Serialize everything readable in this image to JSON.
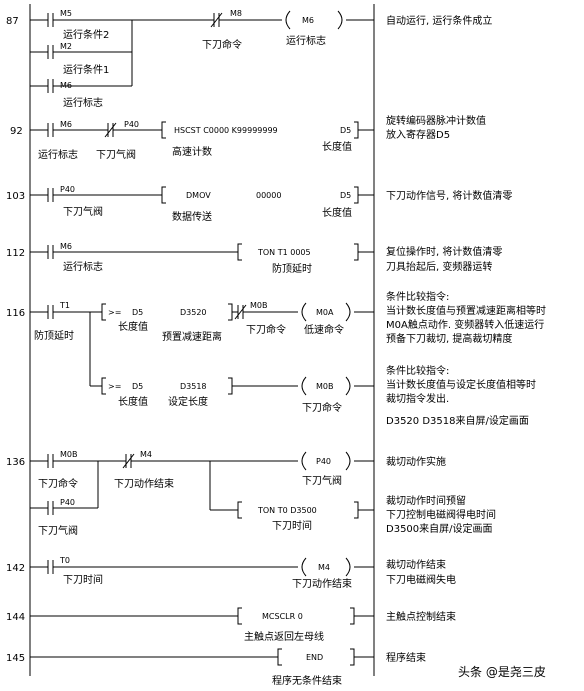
{
  "rungs": [
    {
      "num": "87",
      "comment": [
        "自动运行, 运行条件成立"
      ],
      "contacts": [
        {
          "dev": "M5",
          "label": "运行条件2"
        },
        {
          "dev": "M2",
          "label": "运行条件1"
        },
        {
          "dev": "M6",
          "label": "运行标志"
        },
        {
          "dev": "M8",
          "label": "下刀命令"
        }
      ],
      "coil": {
        "dev": "M6",
        "label": "运行标志"
      }
    },
    {
      "num": "92",
      "comment": [
        "旋转编码器脉冲计数值",
        "放入寄存器D5"
      ],
      "contacts": [
        {
          "dev": "M6",
          "label": "运行标志"
        },
        {
          "dev": "P40",
          "label": "下刀气阀"
        }
      ],
      "instr": {
        "text": "HSCST  C0000  K99999999",
        "dest": "D5",
        "label": "高速计数",
        "dest_label": "长度值"
      }
    },
    {
      "num": "103",
      "comment": [
        "下刀动作信号, 将计数值清零"
      ],
      "contacts": [
        {
          "dev": "P40",
          "label": "下刀气阀"
        }
      ],
      "instr": {
        "text": "DMOV",
        "arg": "00000",
        "dest": "D5",
        "label": "数据传送",
        "dest_label": "长度值"
      }
    },
    {
      "num": "112",
      "comment": [
        "复位操作时, 将计数值清零",
        "刀具抬起后, 变频器运转"
      ],
      "contacts": [
        {
          "dev": "M6",
          "label": "运行标志"
        }
      ],
      "instr": {
        "text": "TON  T1  0005",
        "label": "防顶延时"
      }
    },
    {
      "num": "116",
      "comment": [
        "条件比较指令:",
        "当计数长度值与预置减速距离相等时",
        "M0A触点动作. 变频器转入低速运行",
        "预备下刀裁切, 提高裁切精度"
      ],
      "contacts": [
        {
          "dev": "T1",
          "label": "防顶延时"
        }
      ],
      "cmp1": {
        "op": ">=",
        "a": "D5",
        "a_label": "长度值",
        "b": "D3520",
        "b_label": "预置减速距离"
      },
      "nc": {
        "dev": "M0B",
        "label": "下刀命令"
      },
      "coil": {
        "dev": "M0A",
        "label": "低速命令"
      }
    },
    {
      "comment": [
        "条件比较指令:",
        "当计数长度值与设定长度值相等时",
        "裁切指令发出.",
        "",
        "D3520  D3518来自屏/设定画面"
      ],
      "cmp2": {
        "op": ">=",
        "a": "D5",
        "a_label": "长度值",
        "b": "D3518",
        "b_label": "设定长度"
      },
      "coil": {
        "dev": "M0B",
        "label": "下刀命令"
      }
    },
    {
      "num": "136",
      "comment": [
        "裁切动作实施"
      ],
      "contacts": [
        {
          "dev": "M0B",
          "label": "下刀命令"
        },
        {
          "dev": "P40",
          "label": "下刀气阀"
        },
        {
          "dev": "M4",
          "label": "下刀动作结束"
        }
      ],
      "coil": {
        "dev": "P40",
        "label": "下刀气阀"
      }
    },
    {
      "comment": [
        "裁切动作时间预留",
        "下刀控制电磁阀得电时间",
        "D3500来自屏/设定画面"
      ],
      "instr": {
        "text": "TON  T0  D3500",
        "label": "下刀时间"
      }
    },
    {
      "num": "142",
      "comment": [
        "裁切动作结束",
        "下刀电磁阀失电"
      ],
      "contacts": [
        {
          "dev": "T0",
          "label": "下刀时间"
        }
      ],
      "coil": {
        "dev": "M4",
        "label": "下刀动作结束"
      }
    },
    {
      "num": "144",
      "comment": [
        "主触点控制结束"
      ],
      "instr": {
        "text": "MCSCLR   0",
        "label": "主触点返回左母线"
      }
    },
    {
      "num": "145",
      "comment": [
        "程序结束"
      ],
      "instr": {
        "text": "END",
        "label": "程序无条件结束"
      }
    }
  ],
  "watermark": "头条 @是尧三皮"
}
